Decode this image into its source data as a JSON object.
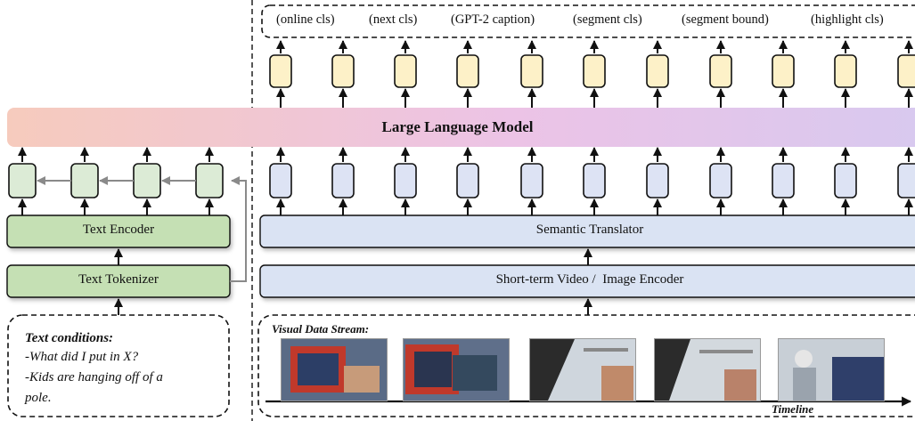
{
  "tasks": [
    "(online cls)",
    "(next cls)",
    "(GPT-2 caption)",
    "(segment cls)",
    "(segment bound)",
    "(highlight cls)"
  ],
  "llm_label": "Large Language Model",
  "text_encoder_label": "Text Encoder",
  "text_tokenizer_label": "Text Tokenizer",
  "semantic_translator_label": "Semantic Translator",
  "video_encoder_label": "Short-term Video /  Image Encoder",
  "text_conditions": {
    "title": "Text conditions:",
    "line1": "-What did I put in X?",
    "line2": "-Kids are hanging off of a",
    "line3": "pole."
  },
  "visual_stream_label": "Visual Data Stream:",
  "timeline_label": "Timeline",
  "frames": [
    "frame-1",
    "frame-2",
    "frame-3",
    "frame-4",
    "frame-5"
  ],
  "colors": {
    "output_token": "#fdf1c8",
    "visual_token": "#dde3f4",
    "text_token": "#dcebd6",
    "text_module": "#c5e0b4",
    "visual_module": "#dae3f3",
    "llm_gradient": [
      "#f6c9bd",
      "#ecc3e4",
      "#d8c9ee"
    ]
  }
}
